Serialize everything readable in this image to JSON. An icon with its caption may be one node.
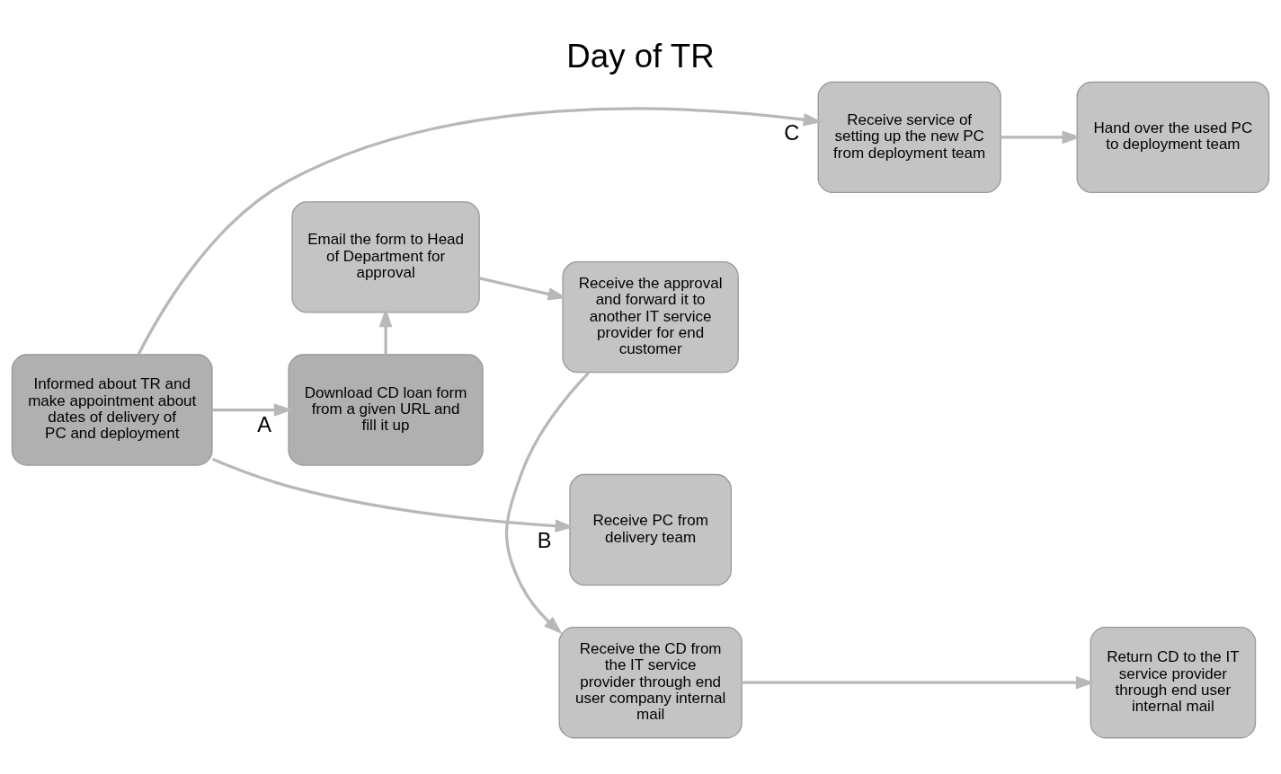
{
  "diagram": {
    "title": "Day of TR",
    "nodes": [
      {
        "text": [
          "Informed about TR and make appointment about dates of delivery of PC and deployment"
        ]
      },
      {
        "text": [
          "Download CD loan form from a given URL and fill it up"
        ]
      },
      {
        "text": [
          "Email the form to Head of Department for approval"
        ]
      },
      {
        "text": [
          "Receive the approval and forward it to another IT service provider for end customer"
        ]
      },
      {
        "text": [
          "Receive the CD from the IT service provider through end user company internal mail"
        ]
      },
      {
        "text": [
          "Receive PC from delivery team"
        ]
      },
      {
        "text": [
          "Receive service of setting up the new PC from deployment team"
        ]
      },
      {
        "text": [
          "Return CD to the IT service provider through end user internal mail"
        ]
      },
      {
        "text": [
          "Hand over the used PC to deployment team"
        ]
      }
    ],
    "edges": [
      {
        "from": 0,
        "to": 1,
        "arrow": "to",
        "label": "A"
      },
      {
        "from": 1,
        "to": 2,
        "arrow": "to"
      },
      {
        "from": 2,
        "to": 3,
        "arrow": "to"
      },
      {
        "from": 3,
        "to": 4,
        "arrow": "to"
      },
      {
        "from": 4,
        "to": 7,
        "arrow": "to"
      },
      {
        "from": 0,
        "to": 6,
        "arrow": "to",
        "label": "C"
      },
      {
        "from": 6,
        "to": 8,
        "arrow": "to"
      },
      {
        "from": 0,
        "to": 5,
        "arrow": "to",
        "label": "B"
      }
    ]
  }
}
